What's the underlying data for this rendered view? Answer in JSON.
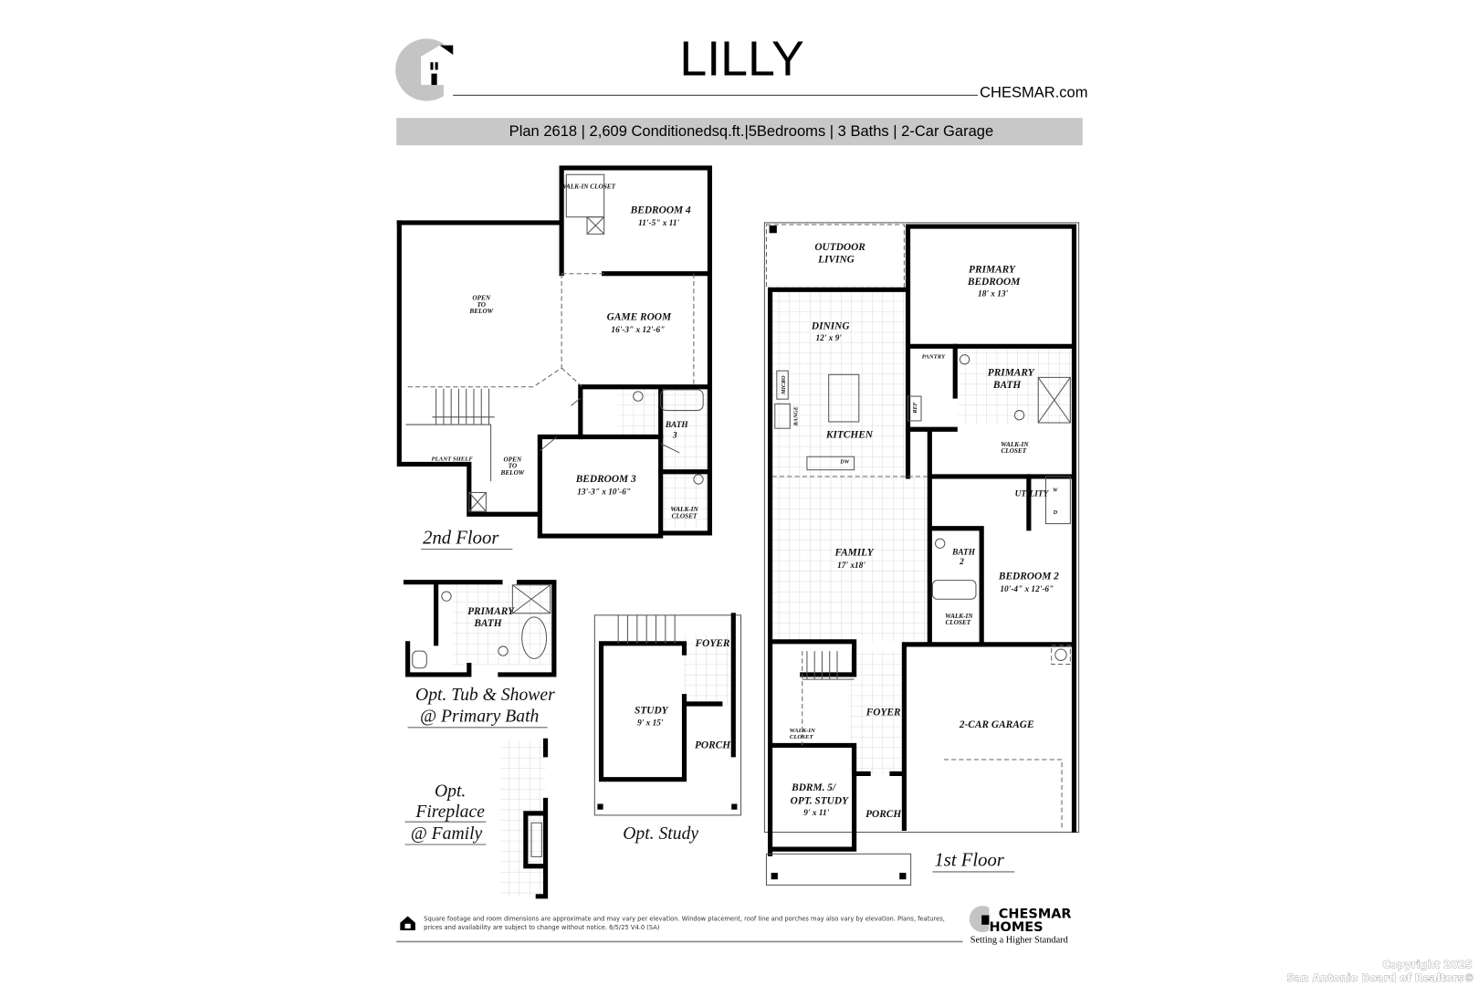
{
  "header": {
    "title": "LILLY",
    "website": "CHESMAR.com",
    "specs": "Plan 2618 | 2,609 Conditionedsq.ft.|5Bedrooms | 3 Baths | 2-Car Garage",
    "logo_icon": "chesmar-house-c-logo"
  },
  "second_floor": {
    "label": "2nd Floor",
    "rooms": {
      "walk_in_closet_1": "WALK-IN CLOSET",
      "bedroom4": {
        "name": "BEDROOM 4",
        "dims": "11'-5\" x 11'"
      },
      "open_to_below_1": [
        "OPEN",
        "TO",
        "BELOW"
      ],
      "game_room": {
        "name": "GAME ROOM",
        "dims": "16'-3\" x 12'-6\""
      },
      "bath3": [
        "BATH",
        "3"
      ],
      "plant_shelf": "PLANT SHELF",
      "open_to_below_2": [
        "OPEN",
        "TO",
        "BELOW"
      ],
      "bedroom3": {
        "name": "BEDROOM 3",
        "dims": "13'-3\" x 10'-6\""
      },
      "walk_in_closet_2": [
        "WALK-IN",
        "CLOSET"
      ]
    }
  },
  "first_floor": {
    "label": "1st Floor",
    "rooms": {
      "outdoor_living": [
        "OUTDOOR",
        "LIVING"
      ],
      "primary_bedroom": {
        "name": [
          "PRIMARY",
          "BEDROOM"
        ],
        "dims": "18' x 13'"
      },
      "dining": {
        "name": "DINING",
        "dims": "12' x 9'"
      },
      "pantry": "PANTRY",
      "primary_bath": [
        "PRIMARY",
        "BATH"
      ],
      "micro": "MICRO",
      "range": "RANGE",
      "ref": "REF",
      "kitchen": "KITCHEN",
      "dw": "DW",
      "walk_in_closet": [
        "WALK-IN",
        "CLOSET"
      ],
      "utility": "UTILITY",
      "washer": "W",
      "dryer": "D",
      "family": {
        "name": "FAMILY",
        "dims": "17' x18'"
      },
      "bath2": [
        "BATH",
        "2"
      ],
      "bedroom2": {
        "name": "BEDROOM 2",
        "dims": "10'-4\" x 12'-6\""
      },
      "walk_in_closet_b2": [
        "WALK-IN",
        "CLOSET"
      ],
      "foyer": "FOYER",
      "garage": "2-CAR GARAGE",
      "walk_in_closet_b5": [
        "WALK-IN",
        "CLOSET"
      ],
      "bdrm5": {
        "name": [
          "BDRM. 5/",
          "OPT. STUDY"
        ],
        "dims": "9' x 11'"
      },
      "porch": "PORCH"
    }
  },
  "options": {
    "tub_shower": {
      "room": [
        "PRIMARY",
        "BATH"
      ],
      "caption": [
        "Opt. Tub & Shower",
        "@ Primary Bath"
      ]
    },
    "fireplace": {
      "caption": [
        "Opt.",
        "Fireplace",
        "@ Family"
      ]
    },
    "study": {
      "foyer": "FOYER",
      "study": "STUDY",
      "dims": "9' x 15'",
      "porch": "PORCH",
      "caption": "Opt. Study"
    }
  },
  "footer": {
    "equal_housing_icon": "equal-housing-opportunity-icon",
    "disclaimer": [
      "Square footage and room dimensions are approximate and may vary per elevation. Window placement, roof line and porches may also vary by elevation. Plans, features,",
      "prices and availability are subject to change without notice. 6/5/25  V4.0 (SA)"
    ],
    "brand": [
      "CHESMAR",
      "HOMES"
    ],
    "tagline": "Setting a Higher Standard"
  },
  "watermark": [
    "Copyright 2025",
    "San Antonio Board of Realtors®"
  ],
  "colors": {
    "spec_bar": "#c8c8c8",
    "logo_gray": "#c4c4c4",
    "walls": "#000000"
  }
}
